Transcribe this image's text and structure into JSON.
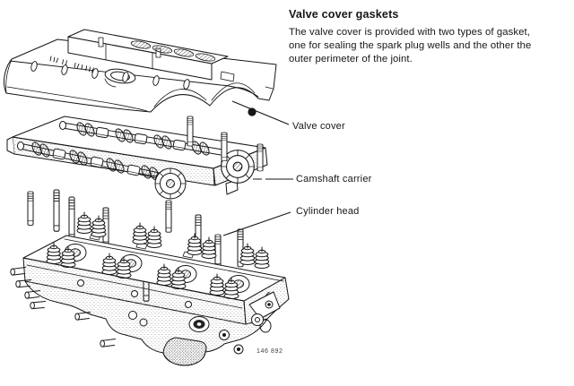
{
  "article": {
    "heading": "Valve cover gaskets",
    "body_lines": [
      "The valve cover is provided with two types of gasket,",
      "one for sealing the spark plug wells and the other the",
      "outer perimeter of the joint."
    ]
  },
  "callouts": [
    {
      "label": "Valve cover"
    },
    {
      "label": "Camshaft carrier"
    },
    {
      "label": "Cylinder head"
    }
  ],
  "figure": {
    "number": "146 892",
    "ink_color": "#161616",
    "paper_color": "#ffffff"
  }
}
